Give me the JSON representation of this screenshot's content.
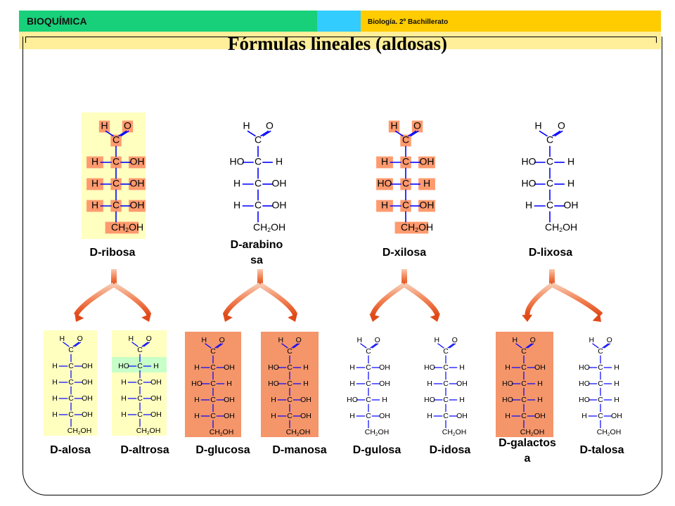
{
  "header": {
    "left_label": "BIOQUÍMICA",
    "right_label": "Biología. 2º Bachillerato"
  },
  "title": "Fórmulas lineales (aldosas)",
  "top_row": [
    {
      "name": "D-ribosa",
      "highlight": true,
      "rows": [
        [
          "H",
          "OH"
        ],
        [
          "H",
          "OH"
        ],
        [
          "H",
          "OH"
        ]
      ]
    },
    {
      "name": "D-arabinosa",
      "highlight": false,
      "rows": [
        [
          "HO",
          "H"
        ],
        [
          "H",
          "OH"
        ],
        [
          "H",
          "OH"
        ]
      ]
    },
    {
      "name": "D-xilosa",
      "highlight": true,
      "rows": [
        [
          "H",
          "OH"
        ],
        [
          "HO",
          "H"
        ],
        [
          "H",
          "OH"
        ]
      ]
    },
    {
      "name": "D-lixosa",
      "highlight": false,
      "rows": [
        [
          "HO",
          "H"
        ],
        [
          "HO",
          "H"
        ],
        [
          "H",
          "OH"
        ]
      ]
    }
  ],
  "bottom_row": [
    {
      "name": "D-alosa",
      "rows": [
        [
          "H",
          "OH"
        ],
        [
          "H",
          "OH"
        ],
        [
          "H",
          "OH"
        ],
        [
          "H",
          "OH"
        ]
      ]
    },
    {
      "name": "D-altrosa",
      "rows": [
        [
          "HO",
          "H"
        ],
        [
          "H",
          "OH"
        ],
        [
          "H",
          "OH"
        ],
        [
          "H",
          "OH"
        ]
      ]
    },
    {
      "name": "D-glucosa",
      "rows": [
        [
          "H",
          "OH"
        ],
        [
          "HO",
          "H"
        ],
        [
          "H",
          "OH"
        ],
        [
          "H",
          "OH"
        ]
      ]
    },
    {
      "name": "D-manosa",
      "rows": [
        [
          "HO",
          "H"
        ],
        [
          "HO",
          "H"
        ],
        [
          "H",
          "OH"
        ],
        [
          "H",
          "OH"
        ]
      ]
    },
    {
      "name": "D-gulosa",
      "rows": [
        [
          "H",
          "OH"
        ],
        [
          "H",
          "OH"
        ],
        [
          "HO",
          "H"
        ],
        [
          "H",
          "OH"
        ]
      ]
    },
    {
      "name": "D-idosa",
      "rows": [
        [
          "HO",
          "H"
        ],
        [
          "H",
          "OH"
        ],
        [
          "HO",
          "H"
        ],
        [
          "H",
          "OH"
        ]
      ]
    },
    {
      "name": "D-galactosa",
      "rows": [
        [
          "H",
          "OH"
        ],
        [
          "HO",
          "H"
        ],
        [
          "HO",
          "H"
        ],
        [
          "H",
          "OH"
        ]
      ]
    },
    {
      "name": "D-talosa",
      "rows": [
        [
          "HO",
          "H"
        ],
        [
          "HO",
          "H"
        ],
        [
          "HO",
          "H"
        ],
        [
          "H",
          "OH"
        ]
      ]
    }
  ],
  "atoms": {
    "carbon": "C",
    "hydrogen": "H",
    "oxygen": "O",
    "ch2": "CH",
    "ch2_sub": "2",
    "ch2_oh": "OH"
  },
  "colors": {
    "highlight_yellow": "#ffffc0",
    "highlight_salmon": "#ff9a6e",
    "highlight_green": "#c8ffc8",
    "highlight_orange": "#f4956a",
    "bond_blue": "#0000ff",
    "arrow_red": "#e04a18"
  }
}
